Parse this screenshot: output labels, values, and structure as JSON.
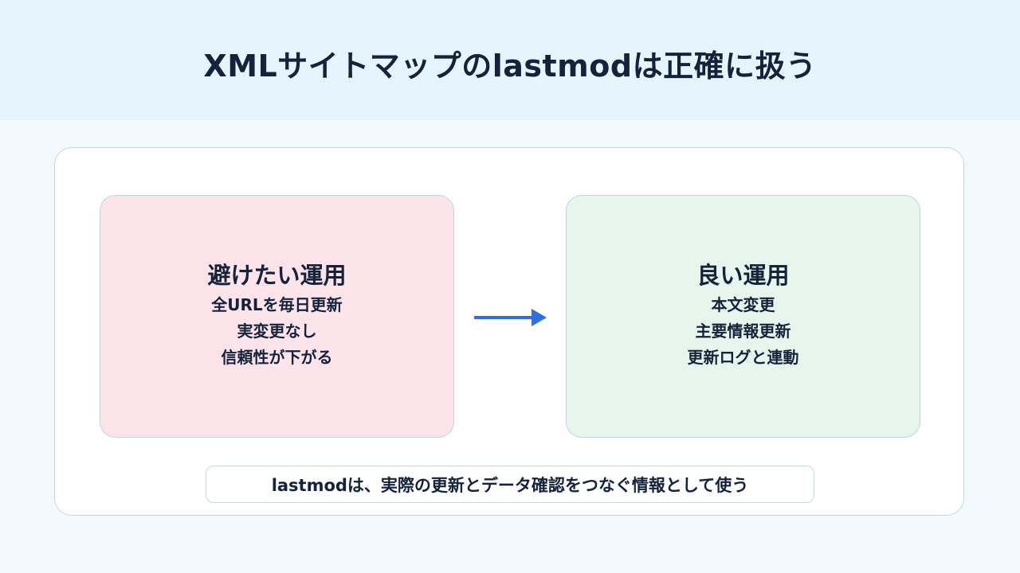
{
  "header": {
    "title": "XMLサイトマップのlastmodは正確に扱う",
    "background": "#e6f4fd"
  },
  "cards": {
    "bad": {
      "title": "避けたい運用",
      "items": [
        "全URLを毎日更新",
        "実変更なし",
        "信頼性が下がる"
      ],
      "background": "#fde4ea"
    },
    "good": {
      "title": "良い運用",
      "items": [
        "本文変更",
        "主要情報更新",
        "更新ログと連動"
      ],
      "background": "#e6f6ec"
    }
  },
  "arrow": {
    "icon": "arrow-right-icon",
    "color": "#2f6fe0"
  },
  "footer": {
    "note": "lastmodは、実際の更新とデータ確認をつなぐ情報として使う"
  }
}
